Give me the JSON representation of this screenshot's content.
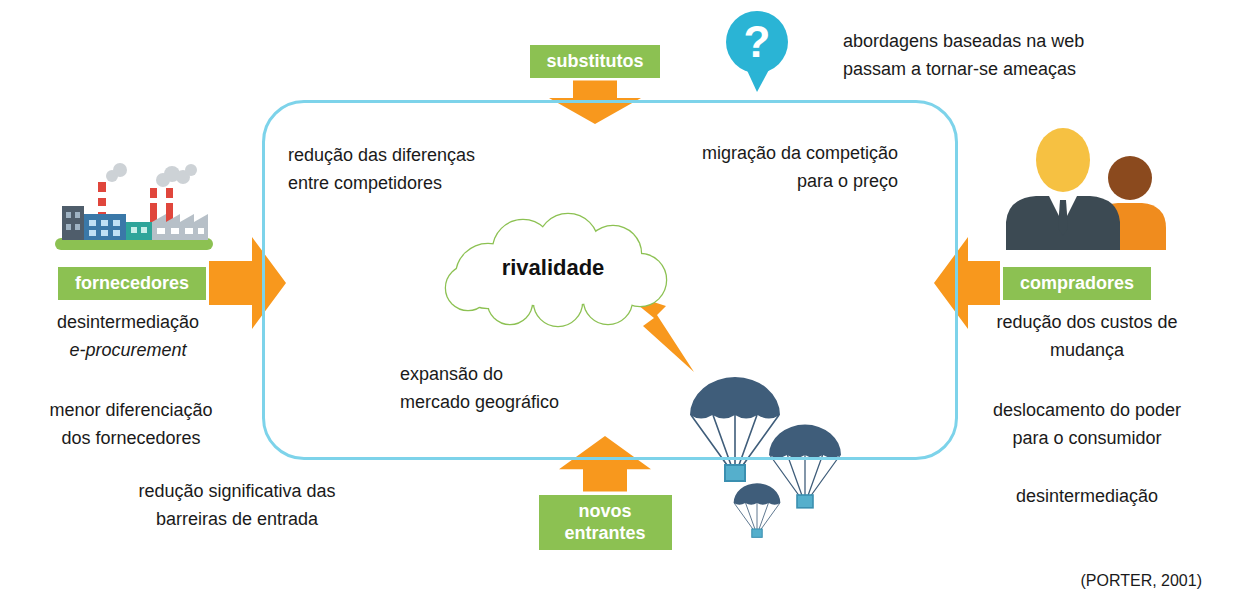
{
  "diagram": {
    "nodes": [
      {
        "text": [
          "substitutos"
        ]
      },
      {
        "text": [
          "redução das diferenças entre competidores",
          "migração da competição para o preço",
          "expansão do mercado geográfico"
        ]
      },
      {
        "text": [
          "rivalidade"
        ],
        "in": 1
      },
      {
        "text": [
          "fornecedores"
        ]
      },
      {
        "text": [
          "compradores"
        ]
      },
      {
        "text": [
          "novos entrantes"
        ]
      }
    ],
    "edges": [
      {
        "from": 0,
        "to": 1,
        "arrow": "to"
      },
      {
        "from": 3,
        "to": 1,
        "arrow": "to"
      },
      {
        "from": 4,
        "to": 1,
        "arrow": "to"
      },
      {
        "from": 5,
        "to": 1,
        "arrow": "to"
      }
    ],
    "labels": [
      "?",
      "abordagens baseadas na web passam a tornar-se ameaças",
      "desintermediação",
      "e-procurement",
      "menor diferenciação dos fornecedores",
      "redução significativa das barreiras de entrada",
      "redução dos custos de mudança",
      "deslocamento do poder para o consumidor",
      "desintermediação",
      "(PORTER, 2001)"
    ]
  }
}
